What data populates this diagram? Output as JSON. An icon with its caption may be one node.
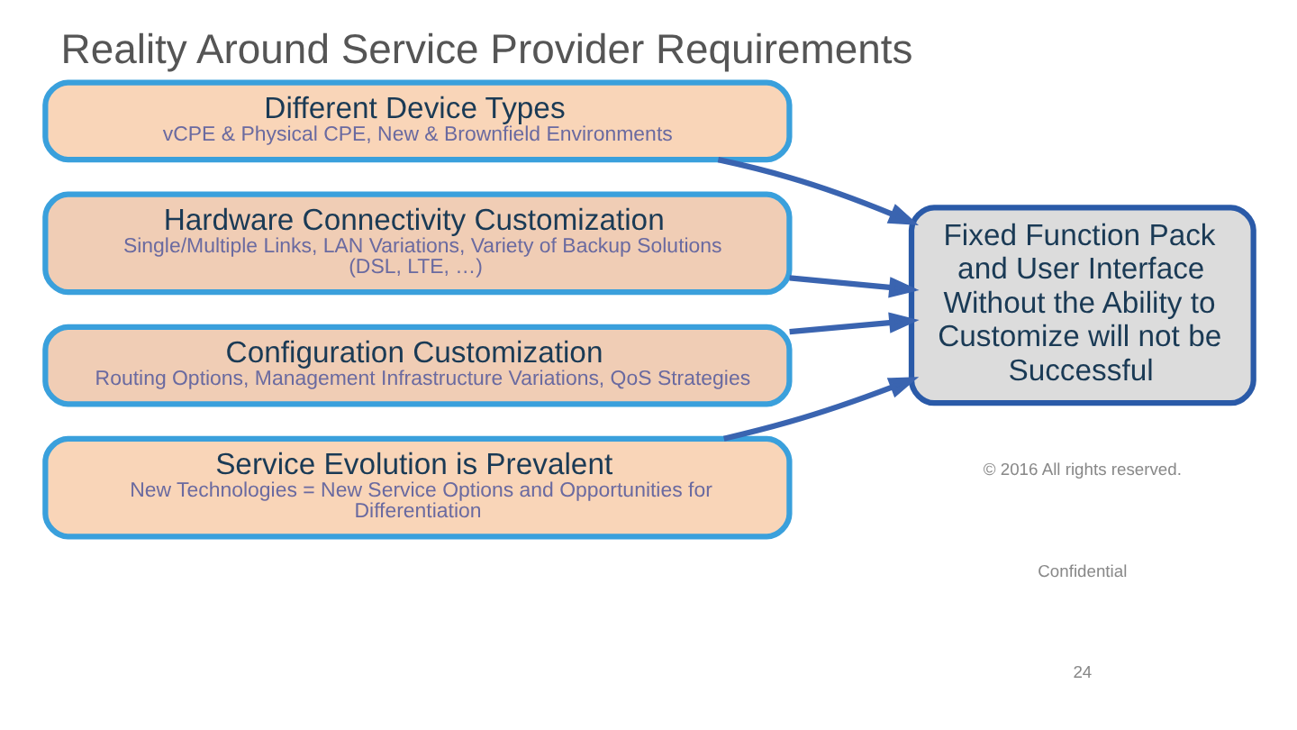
{
  "diagram": {
    "title": "Reality Around Service Provider Requirements",
    "nodes": [
      {
        "text": [
          "Different Device Types",
          "vCPE & Physical CPE, New & Brownfield Environments"
        ]
      },
      {
        "text": [
          "Hardware Connectivity Customization",
          "Single/Multiple Links, LAN Variations, Variety of Backup Solutions (DSL, LTE, …)"
        ]
      },
      {
        "text": [
          "Configuration Customization",
          "Routing Options, Management Infrastructure Variations, QoS Strategies"
        ]
      },
      {
        "text": [
          "Service Evolution is Prevalent",
          "New Technologies = New Service Options and Opportunities for Differentiation"
        ]
      },
      {
        "text": [
          "Fixed Function Pack and User Interface Without the Ability to Customize will not be Successful"
        ]
      }
    ],
    "edges": [
      {
        "from": 0,
        "to": 4,
        "arrow": "to"
      },
      {
        "from": 1,
        "to": 4,
        "arrow": "to"
      },
      {
        "from": 2,
        "to": 4,
        "arrow": "to"
      },
      {
        "from": 3,
        "to": 4,
        "arrow": "to"
      }
    ],
    "labels": [
      "© 2016 All rights reserved.",
      "Confidential",
      "24"
    ]
  }
}
